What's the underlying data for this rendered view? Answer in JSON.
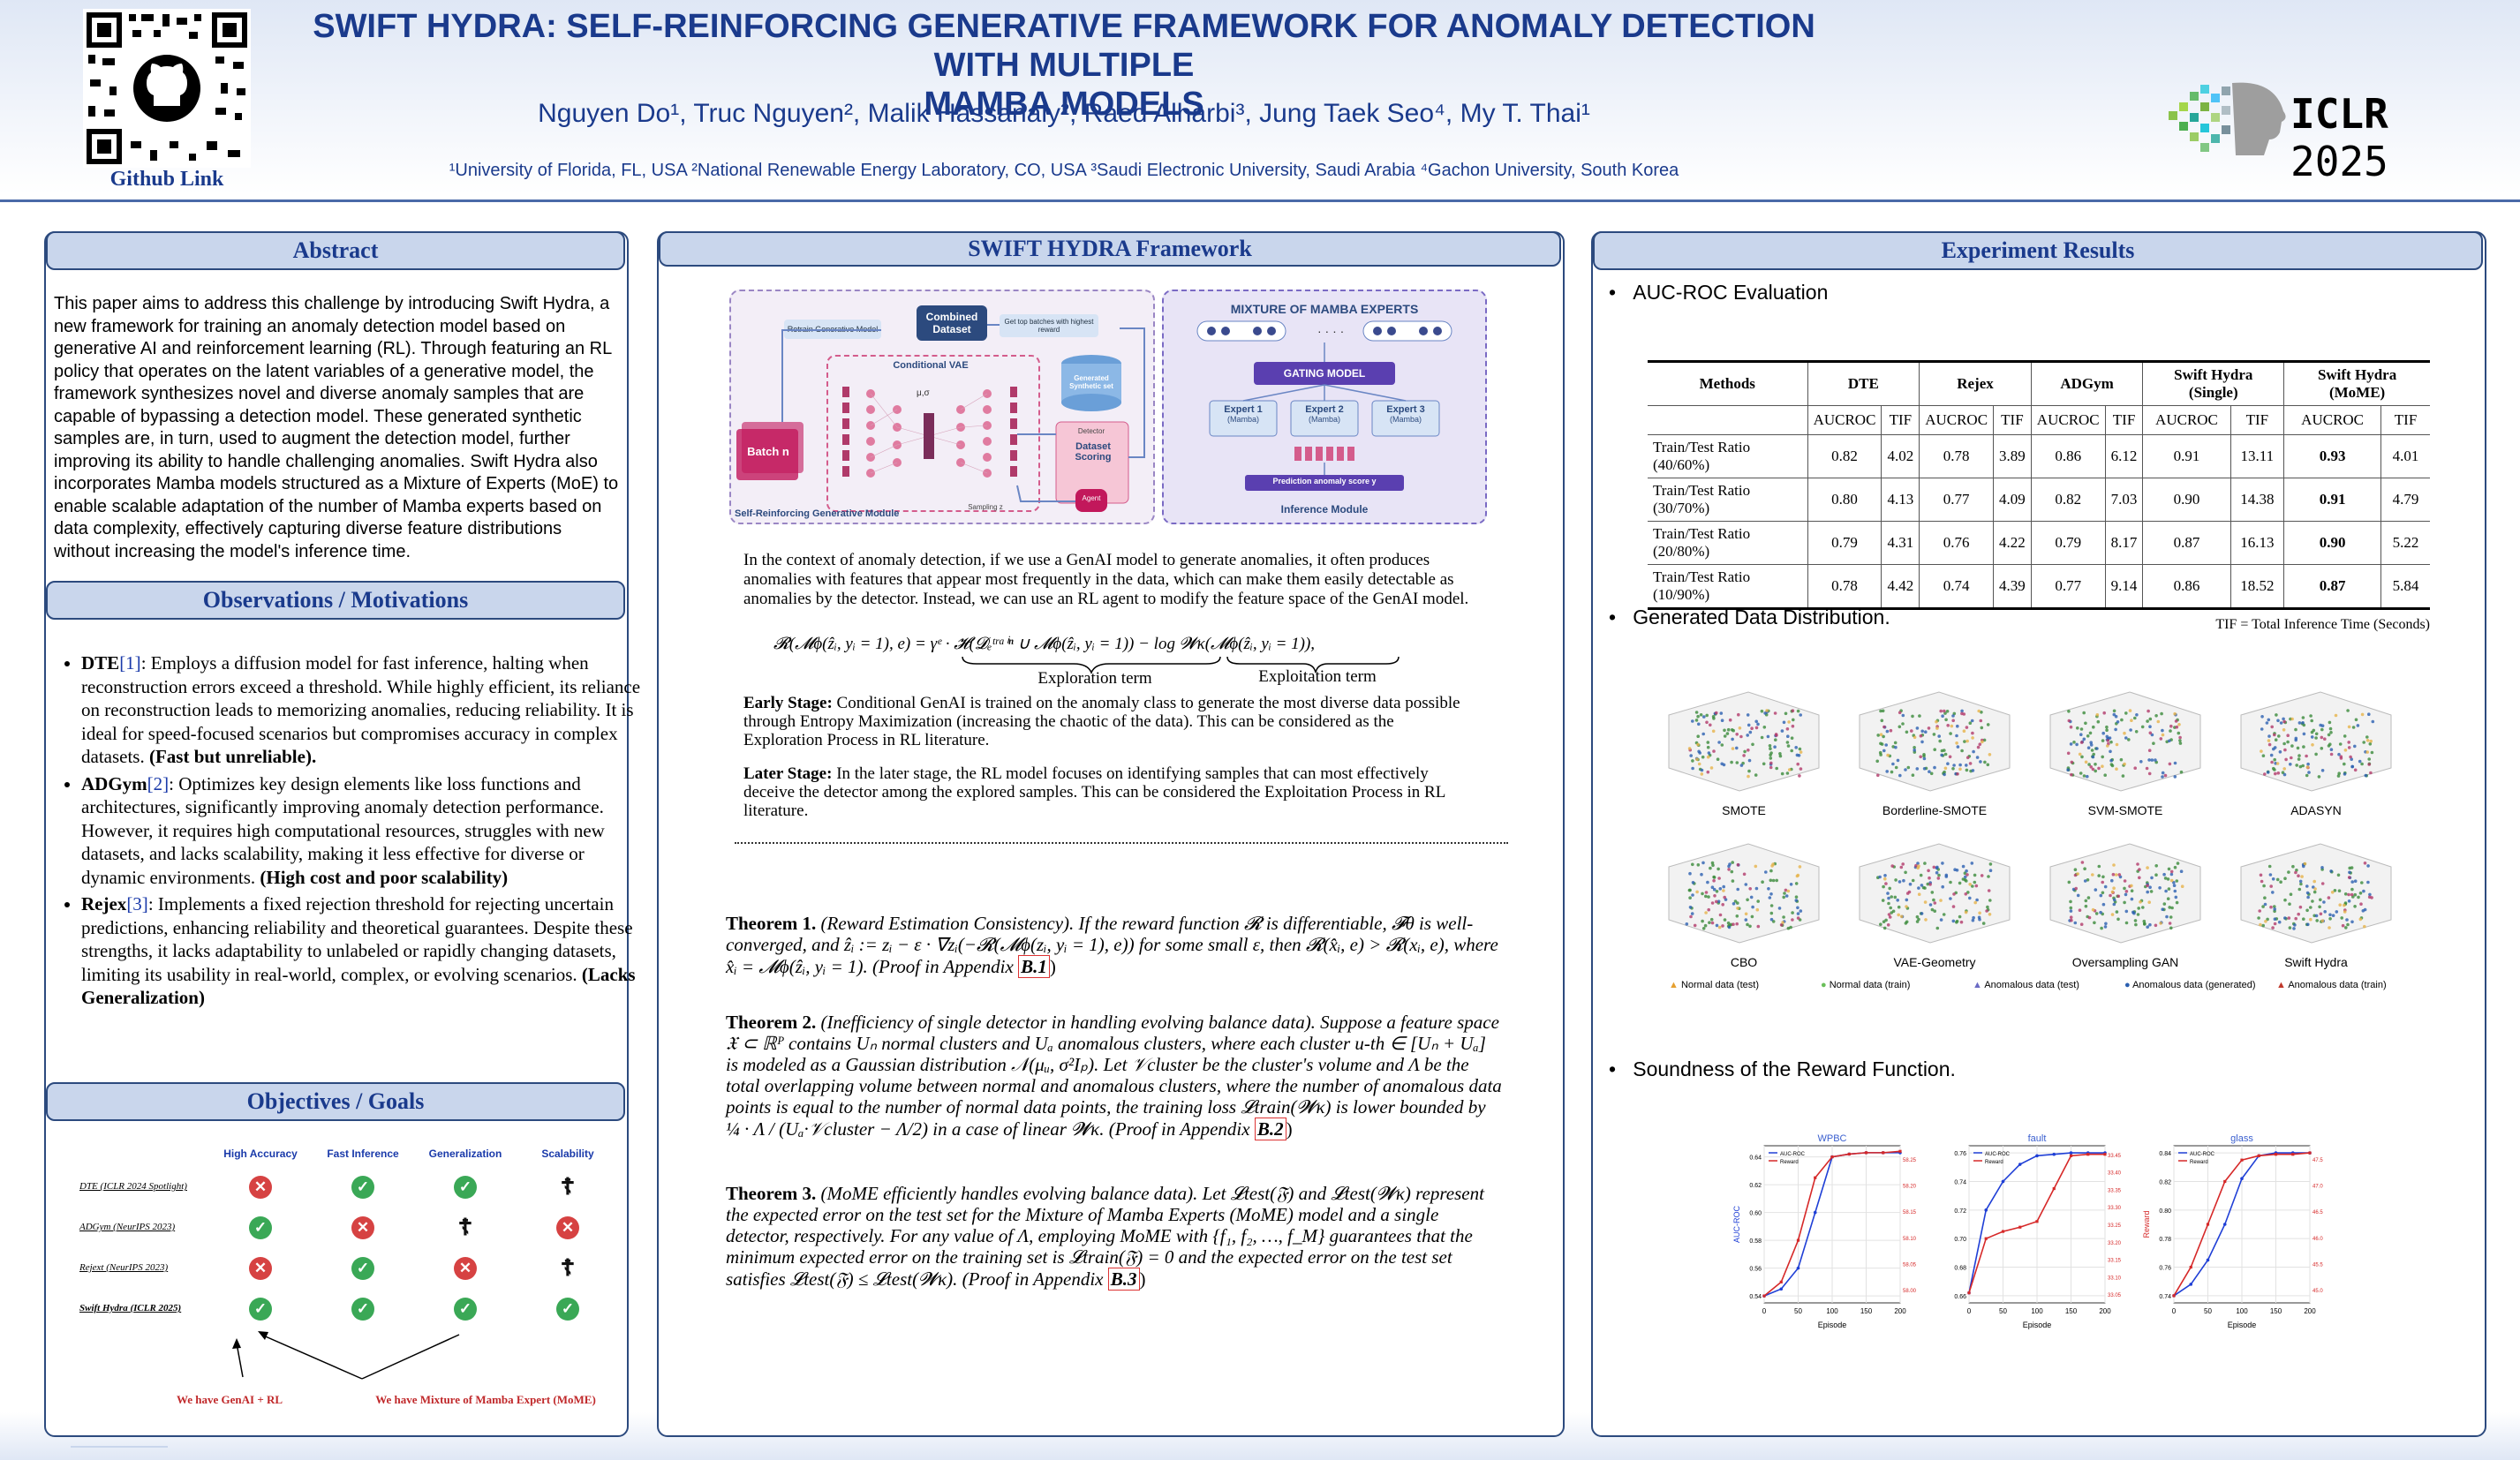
{
  "header": {
    "title_line1": "SWIFT HYDRA: SELF-REINFORCING GENERATIVE FRAMEWORK FOR ANOMALY DETECTION WITH MULTIPLE",
    "title_line2": "MAMBA MODELS",
    "authors": "Nguyen Do¹, Truc Nguyen², Malik Hassanaly², Raed Alharbi³, Jung Taek Seo⁴, My T. Thai¹",
    "affiliations": "¹University of Florida, FL, USA ²National Renewable Energy Laboratory, CO, USA ³Saudi Electronic University, Saudi Arabia ⁴Gachon University, South Korea",
    "github_label": "Github Link",
    "conf_name": "ICLR",
    "conf_year": "2025"
  },
  "abstract": {
    "heading": "Abstract",
    "text": "This paper aims to address this challenge by introducing Swift Hydra, a new framework for training an anomaly detection model based on generative AI and reinforcement learning (RL). Through featuring an RL policy that operates on the latent variables of a generative model, the framework synthesizes novel and diverse anomaly samples that are capable of bypassing a detection model. These generated synthetic samples are, in turn, used to augment the detection model, further improving its ability to handle challenging anomalies. Swift Hydra also incorporates Mamba models structured as a Mixture of Experts (MoE) to enable scalable adaptation of the number of Mamba experts based on data complexity, effectively capturing diverse feature distributions without increasing the model's inference time."
  },
  "observations": {
    "heading": "Observations / Motivations",
    "items": [
      {
        "name": "DTE",
        "ref": "[1]",
        "text": ": Employs a diffusion model for fast inference, halting when reconstruction errors exceed a threshold. While highly efficient, its reliance on reconstruction leads to memorizing anomalies, reducing reliability. It is ideal for speed-focused scenarios but compromises accuracy in complex datasets. ",
        "verdict": "(Fast but unreliable)."
      },
      {
        "name": "ADGym",
        "ref": "[2]",
        "text": ": Optimizes key design elements like loss functions and architectures, significantly improving anomaly detection performance. However, it requires high computational resources, struggles with new datasets, and lacks scalability, making it less effective for diverse or dynamic environments. ",
        "verdict": "(High cost and poor scalability)"
      },
      {
        "name": "Rejex",
        "ref": "[3]",
        "text": ": Implements a fixed rejection threshold for rejecting uncertain predictions, enhancing reliability and theoretical guarantees. Despite these strengths, it lacks adaptability to unlabeled or rapidly changing datasets, limiting its usability in real-world, complex, or evolving scenarios. ",
        "verdict": "(Lacks Generalization)"
      }
    ]
  },
  "objectives": {
    "heading": "Objectives / Goals",
    "columns": [
      "High Accuracy",
      "Fast Inference",
      "Generalization",
      "Scalability"
    ],
    "rows": [
      {
        "label": "DTE (ICLR 2024 Spotlight)",
        "marks": [
          "no",
          "ok",
          "ok",
          "dagger"
        ]
      },
      {
        "label": "ADGym (NeurIPS 2023)",
        "marks": [
          "ok",
          "no",
          "dagger",
          "no"
        ]
      },
      {
        "label": "Rejext (NeurIPS 2023)",
        "marks": [
          "no",
          "ok",
          "no",
          "dagger"
        ]
      },
      {
        "label": "Swift Hydra (ICLR 2025)",
        "marks": [
          "ok",
          "ok",
          "ok",
          "ok"
        ]
      }
    ],
    "note_left": "We have GenAI + RL",
    "note_right": "We have Mixture of Mamba Expert (MoME)"
  },
  "framework": {
    "heading": "SWIFT HYDRA Framework",
    "diagram": {
      "retrain": "Retrain Generative Model",
      "combined": "Combined Dataset",
      "get_top": "Get top batches with highest reward",
      "cvae": "Conditional VAE",
      "generated": "Generated Synthetic set",
      "batch": "Batch n",
      "detector": "Detector",
      "scoring": "Dataset Scoring",
      "sampling": "Sampling z",
      "agent": "Agent",
      "left_caption": "Self-Reinforcing Generative Module",
      "moe_title": "MIXTURE OF MAMBA EXPERTS",
      "gating": "GATING MODEL",
      "experts": [
        "Expert 1",
        "Expert 2",
        "Expert 3"
      ],
      "expert_sub": "(Mamba)",
      "prediction": "Prediction anomaly score y",
      "right_caption": "Inference Module"
    },
    "intro": "In the context of anomaly detection, if we use a GenAI model to generate anomalies, it often produces anomalies with features that appear most frequently in the data, which can make them easily detectable as anomalies by the detector. Instead, we can use an RL agent to modify the feature space of the GenAI model.",
    "equation": "𝓡(𝓜ϕ(ẑᵢ, yᵢ = 1), e) = γᵉ · 𝓗(𝓓ₑᵗʳᵃⁱⁿ ∪ 𝓜ϕ(ẑᵢ, yᵢ = 1)) − log 𝓦κ(𝓜ϕ(ẑᵢ, yᵢ = 1)),",
    "exploration_term": "Exploration term",
    "exploitation_term": "Exploitation term",
    "early_label": "Early Stage:",
    "early_text": " Conditional GenAI is trained on the anomaly class to generate the most diverse data possible through Entropy Maximization (increasing the chaotic of the data). This can be considered as the Exploration Process in RL literature.",
    "later_label": "Later Stage:",
    "later_text": " In the later stage, the RL model focuses on identifying samples that can most effectively deceive the detector among the explored samples. This can be considered the Exploitation Process in RL literature.",
    "theorem1_label": "Theorem 1.",
    "theorem1_text": "(Reward Estimation Consistency). If the reward function 𝓡 is differentiable, 𝓕θ is well-converged, and ẑᵢ := zᵢ − ε · ∇zᵢ(−𝓡(𝓜ϕ(zᵢ, yᵢ = 1), e)) for some small ε, then 𝓡(x̂ᵢ, e) > 𝓡(xᵢ, e), where x̂ᵢ = 𝓜ϕ(ẑᵢ, yᵢ = 1). (Proof in Appendix ",
    "theorem1_ref": "B.1",
    "theorem2_label": "Theorem 2.",
    "theorem2_text": "(Inefficiency of single detector in handling evolving balance data). Suppose a feature space 𝔛 ⊂ ℝᴾ contains Uₙ normal clusters and Uₐ anomalous clusters, where each cluster u-th ∈ [Uₙ + Uₐ] is modeled as a Gaussian distribution 𝒩(μᵤ, σ²Iₚ). Let 𝒱cluster be the cluster's volume and Λ be the total overlapping volume between normal and anomalous clusters, where the number of anomalous data points is equal to the number of normal data points, the training loss 𝓛train(𝓦κ) is lower bounded by ¼ · Λ / (Uₐ·𝒱cluster − Λ/2) in a case of linear 𝓦κ. (Proof in Appendix ",
    "theorem2_ref": "B.2",
    "theorem3_label": "Theorem 3.",
    "theorem3_text": "(MoME efficiently handles evolving balance data). Let 𝓛test(𝔉) and 𝓛test(𝓦κ) represent the expected error on the test set for the Mixture of Mamba Experts (MoME) model and a single detector, respectively. For any value of Λ, employing MoME with {f₁, f₂, …, f_M} guarantees that the minimum expected error on the training set is 𝓛train(𝔉) = 0 and the expected error on the test set satisfies 𝓛test(𝔉) ≤ 𝓛test(𝓦κ). (Proof in Appendix ",
    "theorem3_ref": "B.3"
  },
  "results": {
    "heading": "Experiment Results",
    "bullet1": "AUC-ROC Evaluation",
    "table": {
      "methods_header": "Methods",
      "groups": [
        "DTE",
        "Rejex",
        "ADGym",
        "Swift Hydra (Single)",
        "Swift Hydra (MoME)"
      ],
      "subheaders": [
        "AUCROC",
        "TIF"
      ],
      "rows": [
        {
          "label": "Train/Test Ratio (40/60%)",
          "vals": [
            "0.82",
            "4.02",
            "0.78",
            "3.89",
            "0.86",
            "6.12",
            "0.91",
            "13.11",
            "0.93",
            "4.01"
          ]
        },
        {
          "label": "Train/Test Ratio (30/70%)",
          "vals": [
            "0.80",
            "4.13",
            "0.77",
            "4.09",
            "0.82",
            "7.03",
            "0.90",
            "14.38",
            "0.91",
            "4.79"
          ]
        },
        {
          "label": "Train/Test Ratio (20/80%)",
          "vals": [
            "0.79",
            "4.31",
            "0.76",
            "4.22",
            "0.79",
            "8.17",
            "0.87",
            "16.13",
            "0.90",
            "5.22"
          ]
        },
        {
          "label": "Train/Test Ratio (10/90%)",
          "vals": [
            "0.78",
            "4.42",
            "0.74",
            "4.39",
            "0.77",
            "9.14",
            "0.86",
            "18.52",
            "0.87",
            "5.84"
          ]
        }
      ],
      "note": "TIF = Total Inference Time (Seconds)"
    },
    "bullet2": "Generated Data Distribution.",
    "scatter_labels": [
      "SMOTE",
      "Borderline-SMOTE",
      "SVM-SMOTE",
      "ADASYN",
      "CBO",
      "VAE-Geometry",
      "Oversampling GAN",
      "Swift Hydra"
    ],
    "legend": [
      "Normal data (test)",
      "Normal data (train)",
      "Anomalous data (test)",
      "Anomalous data (generated)",
      "Anomalous data (train)"
    ],
    "bullet3": "Soundness of the Reward Function."
  },
  "chart_data": [
    {
      "type": "line",
      "title": "WPBC",
      "xlabel": "Episode",
      "ylabel": "AUC-ROC",
      "x": [
        0,
        25,
        50,
        75,
        100,
        125,
        150,
        175,
        200
      ],
      "series": [
        {
          "name": "AUC-ROC",
          "values": [
            0.54,
            0.545,
            0.56,
            0.6,
            0.64,
            0.642,
            0.643,
            0.643,
            0.643
          ]
        },
        {
          "name": "Reward",
          "values": [
            0.54,
            0.55,
            0.58,
            0.625,
            0.64,
            0.642,
            0.643,
            0.643,
            0.644
          ]
        }
      ]
    },
    {
      "type": "line",
      "title": "fault",
      "xlabel": "Episode",
      "ylabel": "",
      "x": [
        0,
        25,
        50,
        75,
        100,
        125,
        150,
        175,
        200
      ],
      "series": [
        {
          "name": "AUC-ROC",
          "values": [
            0.662,
            0.72,
            0.74,
            0.752,
            0.758,
            0.759,
            0.76,
            0.76,
            0.76
          ]
        },
        {
          "name": "Reward",
          "values": [
            0.662,
            0.7,
            0.705,
            0.708,
            0.712,
            0.735,
            0.758,
            0.759,
            0.759
          ]
        }
      ]
    },
    {
      "type": "line",
      "title": "glass",
      "xlabel": "Episode",
      "ylabel": "Reward",
      "x": [
        0,
        25,
        50,
        75,
        100,
        125,
        150,
        175,
        200
      ],
      "series": [
        {
          "name": "AUC-ROC",
          "values": [
            0.74,
            0.748,
            0.765,
            0.79,
            0.822,
            0.838,
            0.84,
            0.84,
            0.84
          ]
        },
        {
          "name": "Reward",
          "values": [
            0.74,
            0.76,
            0.79,
            0.82,
            0.835,
            0.838,
            0.839,
            0.839,
            0.84
          ]
        }
      ]
    }
  ],
  "chart_axes": [
    {
      "x_ticks": [
        "0",
        "50",
        "100",
        "150",
        "200"
      ],
      "y_ticks": [
        "0.54",
        "0.56",
        "0.58",
        "0.60",
        "0.62",
        "0.64"
      ],
      "y2_ticks": [
        "58.00",
        "58.05",
        "58.10",
        "58.15",
        "58.20",
        "58.25"
      ],
      "ylim": [
        0.535,
        0.648
      ]
    },
    {
      "x_ticks": [
        "0",
        "50",
        "100",
        "150",
        "200"
      ],
      "y_ticks": [
        "0.66",
        "0.68",
        "0.70",
        "0.72",
        "0.74",
        "0.76"
      ],
      "y2_ticks": [
        "33.05",
        "33.10",
        "33.15",
        "33.20",
        "33.25",
        "33.30",
        "33.35",
        "33.40",
        "33.45"
      ],
      "ylim": [
        0.655,
        0.765
      ]
    },
    {
      "x_ticks": [
        "0",
        "50",
        "100",
        "150",
        "200"
      ],
      "y_ticks": [
        "0.74",
        "0.76",
        "0.78",
        "0.80",
        "0.82",
        "0.84"
      ],
      "y2_ticks": [
        "45.0",
        "45.5",
        "46.0",
        "46.5",
        "47.0",
        "47.5"
      ],
      "ylim": [
        0.735,
        0.845
      ]
    }
  ],
  "colors": {
    "accent": "#1a3a8c",
    "panel_head": "#c9d6ec",
    "auc": "#1f3fd6",
    "reward": "#d62828",
    "ok": "#3aa856",
    "no": "#d64242"
  }
}
